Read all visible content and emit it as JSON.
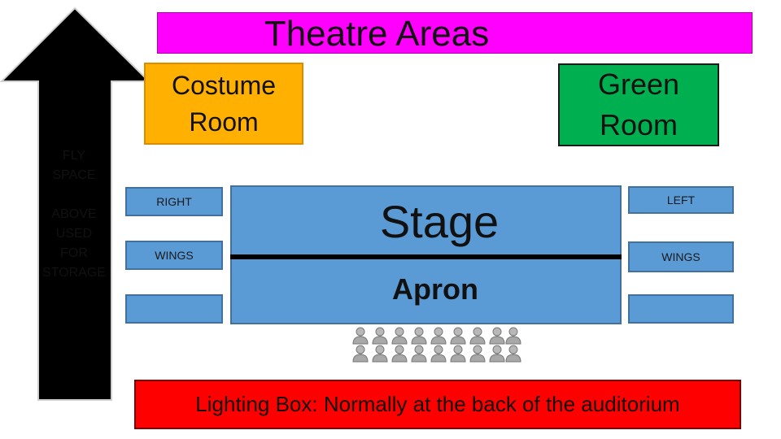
{
  "title": "Theatre Areas",
  "rooms": {
    "costume": [
      "Costume",
      "Room"
    ],
    "green": [
      "Green",
      "Room"
    ]
  },
  "fly_space": {
    "top": [
      "FLY",
      "SPACE"
    ],
    "bottom": [
      "ABOVE",
      "USED",
      "FOR",
      "STORAGE"
    ]
  },
  "wings": {
    "right_top": "RIGHT",
    "right_mid": "WINGS",
    "left_top": "LEFT",
    "left_mid": "WINGS"
  },
  "stage": {
    "label": "Stage",
    "apron": "Apron"
  },
  "lighting_box": "Lighting Box: Normally at the back of the auditorium",
  "colors": {
    "title": "#ff00ff",
    "costume": "#ffb000",
    "green_room": "#00b050",
    "stage": "#5b9bd5",
    "lighting": "#ff0000",
    "arrow": "#000000"
  }
}
